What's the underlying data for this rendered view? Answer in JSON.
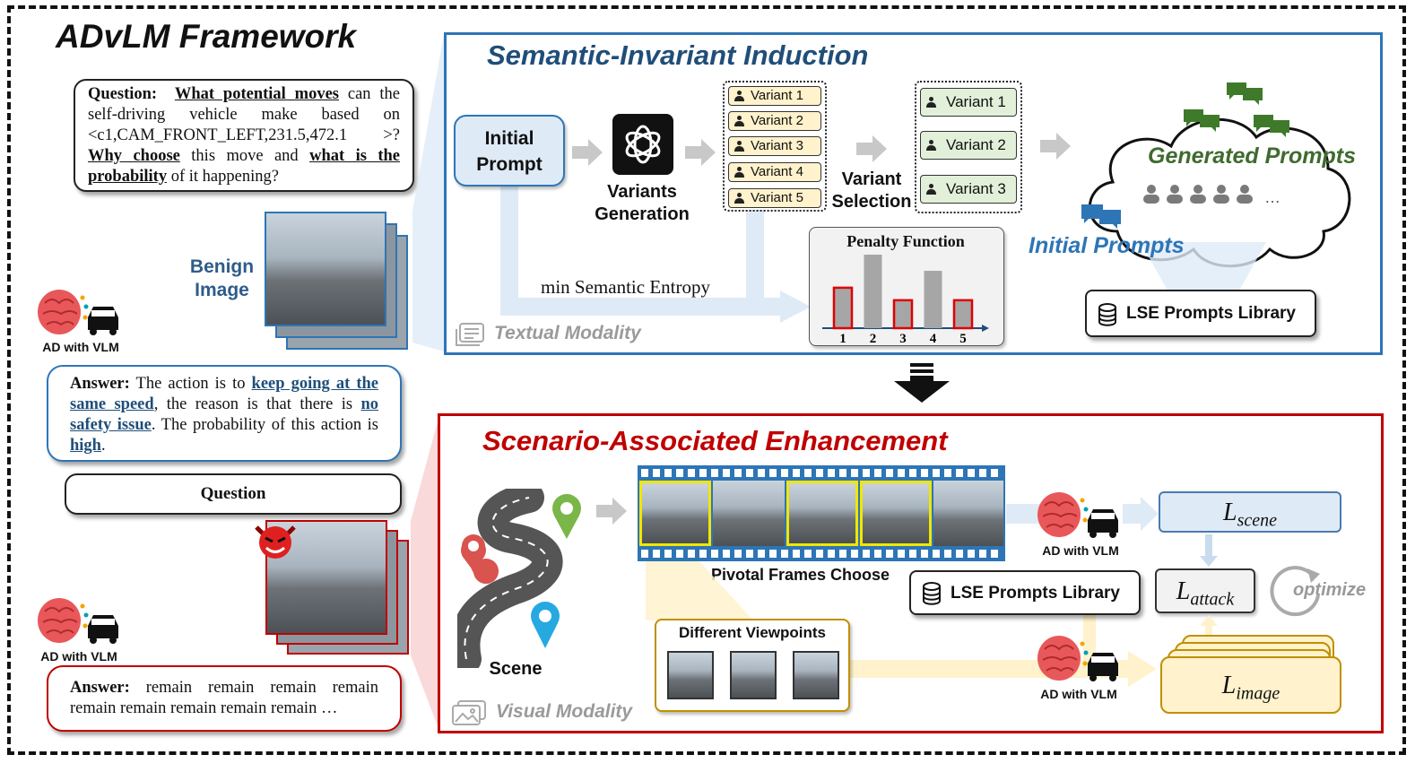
{
  "title": "ADvLM Framework",
  "left": {
    "question_bubble": {
      "prefix": "Question:",
      "p1_bold": "What potential moves",
      "p2": " can the self-driving vehicle make based on <c1,CAM_FRONT_LEFT,231.5,472.1 >? ",
      "p3_bold": "Why choose",
      "p4": " this move and ",
      "p5_bold": "what is the probability",
      "p6": " of it happening?"
    },
    "benign_label": "Benign Image",
    "ad_label_top": "AD with VLM",
    "answer_top": {
      "prefix": "Answer:",
      "t1": " The action is to ",
      "h1": "keep going at the same speed",
      "t2": ", the reason is that there is ",
      "h2": "no safety issue",
      "t3": ". The probability of this action is ",
      "h3": "high",
      "t4": "."
    },
    "question_box": "Question",
    "ad_label_bottom": "AD with VLM",
    "answer_bottom": {
      "prefix": "Answer:",
      "text": " remain remain remain remain remain remain remain remain remain …"
    }
  },
  "top_panel": {
    "title": "Semantic-Invariant Induction",
    "initial_prompt": "Initial Prompt",
    "variants_generation": "Variants Generation",
    "variants": [
      "Variant 1",
      "Variant 2",
      "Variant 3",
      "Variant 4",
      "Variant 5"
    ],
    "variant_selection": "Variant Selection",
    "selected_variants": [
      "Variant 1",
      "Variant 2",
      "Variant 3"
    ],
    "min_entropy": "min Semantic Entropy",
    "penalty_title": "Penalty Function",
    "penalty_ticks": [
      "1",
      "2",
      "3",
      "4",
      "5"
    ],
    "penalty_values": [
      0.55,
      1.0,
      0.38,
      0.78,
      0.38
    ],
    "penalty_highlight": [
      true,
      false,
      true,
      false,
      true
    ],
    "generated_prompts": "Generated Prompts",
    "initial_prompts": "Initial Prompts",
    "ellipsis": "…",
    "library": "LSE Prompts Library",
    "modality": "Textual Modality"
  },
  "bottom_panel": {
    "title": "Scenario-Associated Enhancement",
    "scene_label": "Scene",
    "pivotal_frames": "Pivotal Frames Choose",
    "library": "LSE Prompts Library",
    "different_viewpoints": "Different Viewpoints",
    "ad_label_1": "AD with VLM",
    "ad_label_2": "AD with VLM",
    "l_scene_base": "L",
    "l_scene_sub": "scene",
    "l_attack_base": "L",
    "l_attack_sub": "attack",
    "l_image_base": "L",
    "l_image_sub": "image",
    "optimize": "optimize",
    "modality": "Visual Modality"
  },
  "colors": {
    "blue_panel": "#2e75b6",
    "red_panel": "#c00000",
    "variant_yellow": "#fff2cc",
    "variant_green": "#e2f0d9",
    "penalty_red": "#e00000",
    "penalty_gray": "#a6a6a6"
  }
}
